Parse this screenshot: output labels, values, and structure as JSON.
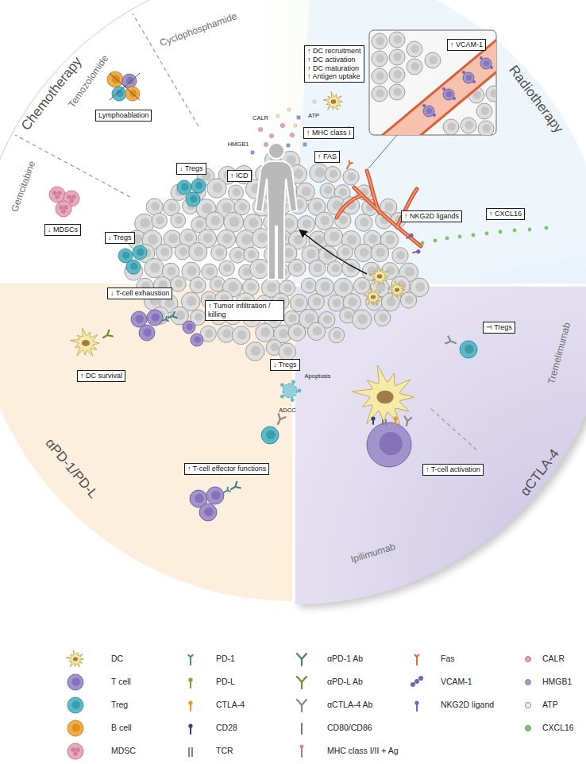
{
  "diagram": {
    "nodes": [
      {
        "text": [
          "↑ DC recruitment",
          "↑ DC activation",
          "↑ DC maturation",
          "↑ Antigen uptake"
        ]
      },
      {
        "text": [
          "↑ VCAM-1"
        ]
      },
      {
        "text": [
          "Lymphoablation"
        ]
      },
      {
        "text": [
          "↑ MHC class I"
        ]
      },
      {
        "text": [
          "↑ FAS"
        ]
      },
      {
        "text": [
          "↓ Tregs"
        ]
      },
      {
        "text": [
          "↑ ICD"
        ]
      },
      {
        "text": [
          "↑ NKG2D ligands"
        ]
      },
      {
        "text": [
          "↑ CXCL16"
        ]
      },
      {
        "text": [
          "↓ MDSCs"
        ]
      },
      {
        "text": [
          "↓ Tregs"
        ]
      },
      {
        "text": [
          "↓ T-cell exhaustion"
        ]
      },
      {
        "text": [
          "↑ Tumor infiltration / killing"
        ]
      },
      {
        "text": [
          "⊣ Tregs"
        ]
      },
      {
        "text": [
          "↓ Tregs"
        ]
      },
      {
        "text": [
          "↑ DC survival"
        ]
      },
      {
        "text": [
          "↑ T-cell effector functions"
        ]
      },
      {
        "text": [
          "↑ T-cell activation"
        ]
      }
    ],
    "labels": [
      "Chemotherapy",
      "Cyclophosphamide",
      "Temozolomide",
      "Gemcitabine",
      "Radiotherapy",
      "CALR",
      "ATP",
      "HMGB1",
      "Tremelimumab",
      "αCTLA-4",
      "Apoptosis",
      "ADCC",
      "Ipilimumab",
      "αPD-1/PD-L"
    ],
    "legend": [
      {
        "text": "DC"
      },
      {
        "text": "PD-1"
      },
      {
        "text": "αPD-1 Ab"
      },
      {
        "text": "Fas"
      },
      {
        "text": "CALR",
        "color": "#e9a3b6"
      },
      {
        "text": "T cell"
      },
      {
        "text": "PD-L"
      },
      {
        "text": "αPD-L Ab"
      },
      {
        "text": "VCAM-1"
      },
      {
        "text": "HMGB1",
        "color": "#8ea5d8"
      },
      {
        "text": "Treg"
      },
      {
        "text": "CTLA-4"
      },
      {
        "text": "αCTLA-4 Ab"
      },
      {
        "text": "NKG2D ligand"
      },
      {
        "text": "ATP",
        "color": "#f4efd6"
      },
      {
        "text": "B cell"
      },
      {
        "text": "CD28"
      },
      {
        "text": "CD80/CD86"
      },
      {
        "text": "CXCL16",
        "color": "#7cc46a"
      },
      {
        "text": "MDSC"
      },
      {
        "text": "TCR"
      },
      {
        "text": "MHC class I/II + Ag"
      }
    ]
  }
}
